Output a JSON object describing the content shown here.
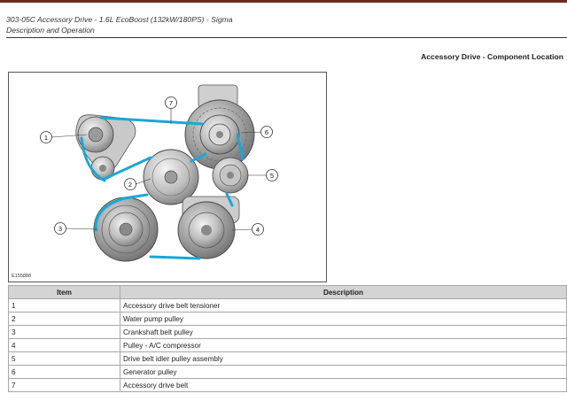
{
  "header": {
    "title": "303-05C Accessory Drive - 1.6L EcoBoost (132kW/180PS) - Sigma",
    "subtitle": "Description and Operation"
  },
  "section": {
    "title": "Accessory Drive - Component Location"
  },
  "figure": {
    "id": "E155888",
    "callouts": [
      "1",
      "2",
      "3",
      "4",
      "5",
      "6",
      "7"
    ],
    "belt_color": "#1aa7d8"
  },
  "table": {
    "headers": [
      "Item",
      "Description"
    ],
    "rows": [
      {
        "item": "1",
        "description": "Accessory drive belt tensioner"
      },
      {
        "item": "2",
        "description": "Water pump pulley"
      },
      {
        "item": "3",
        "description": "Crankshaft belt pulley"
      },
      {
        "item": "4",
        "description": "Pulley - A/C compressor"
      },
      {
        "item": "5",
        "description": "Drive belt idler pulley assembly"
      },
      {
        "item": "6",
        "description": "Generator pulley"
      },
      {
        "item": "7",
        "description": "Accessory drive belt"
      }
    ]
  }
}
